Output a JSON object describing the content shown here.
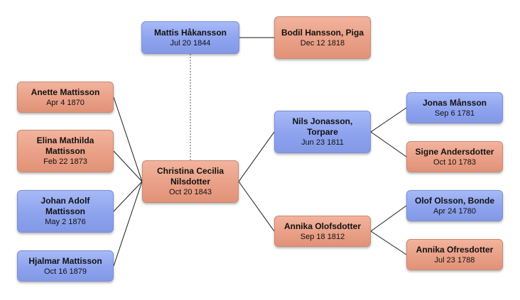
{
  "people": {
    "mattis": {
      "name": "Mattis Håkansson",
      "date": "Jul 20 1844",
      "sex": "male"
    },
    "bodil": {
      "name": "Bodil Hansson, Piga",
      "date": "Dec 12 1818",
      "sex": "female"
    },
    "anette": {
      "name": "Anette Mattisson",
      "date": "Apr 4 1870",
      "sex": "female"
    },
    "elina": {
      "name": "Elina Mathilda Mattisson",
      "date": "Feb 22 1873",
      "sex": "female"
    },
    "johan": {
      "name": "Johan Adolf Mattisson",
      "date": "May 2 1876",
      "sex": "male"
    },
    "hjalmar": {
      "name": "Hjalmar Mattisson",
      "date": "Oct 16 1879",
      "sex": "male"
    },
    "christina": {
      "name": "Christina Cecilia Nilsdotter",
      "date": "Oct 20 1843",
      "sex": "female"
    },
    "nils": {
      "name": "Nils Jonasson, Torpare",
      "date": "Jun 23 1811",
      "sex": "male"
    },
    "annika_o": {
      "name": "Annika Olofsdotter",
      "date": "Sep 18 1812",
      "sex": "female"
    },
    "jonas": {
      "name": "Jonas Månsson",
      "date": "Sep 6 1781",
      "sex": "male"
    },
    "signe": {
      "name": "Signe Andersdotter",
      "date": "Oct 10 1783",
      "sex": "female"
    },
    "olof": {
      "name": "Olof Olsson, Bonde",
      "date": "Apr 24 1780",
      "sex": "male"
    },
    "annika_of": {
      "name": "Annika Ofresdotter",
      "date": "Jul 23 1788",
      "sex": "female"
    }
  },
  "connections": [
    {
      "from": "mattis",
      "to": "bodil",
      "style": "solid"
    },
    {
      "from": "mattis",
      "to": "christina",
      "style": "dashed"
    },
    {
      "from": "christina",
      "to": "anette",
      "style": "solid"
    },
    {
      "from": "christina",
      "to": "elina",
      "style": "solid"
    },
    {
      "from": "christina",
      "to": "johan",
      "style": "solid"
    },
    {
      "from": "christina",
      "to": "hjalmar",
      "style": "solid"
    },
    {
      "from": "christina",
      "to": "nils",
      "style": "solid"
    },
    {
      "from": "christina",
      "to": "annika_o",
      "style": "solid"
    },
    {
      "from": "nils",
      "to": "jonas",
      "style": "solid"
    },
    {
      "from": "nils",
      "to": "signe",
      "style": "solid"
    },
    {
      "from": "annika_o",
      "to": "olof",
      "style": "solid"
    },
    {
      "from": "annika_o",
      "to": "annika_of",
      "style": "solid"
    }
  ]
}
